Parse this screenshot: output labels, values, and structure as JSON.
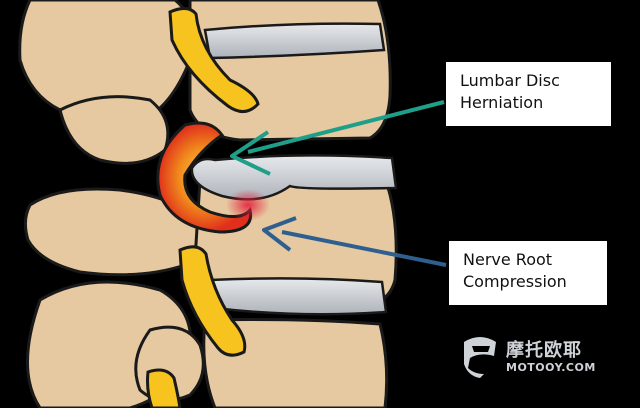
{
  "labels": {
    "herniation": [
      "Lumbar Disc",
      "Herniation"
    ],
    "compression": [
      "Nerve Root",
      "Compression"
    ]
  },
  "watermark": {
    "brand_cn": "摩托欧耶",
    "brand_url": "MOTOOY.COM"
  },
  "colors": {
    "bone": "#e6c9a0",
    "bone_outline": "#1a1a1a",
    "disc": "#c9cdd3",
    "nerve": "#f7c31f",
    "inflammation": "#e8401c",
    "arrow_herniation": "#1f9f8a",
    "arrow_compression": "#2f5f8f",
    "background": "#000000"
  }
}
